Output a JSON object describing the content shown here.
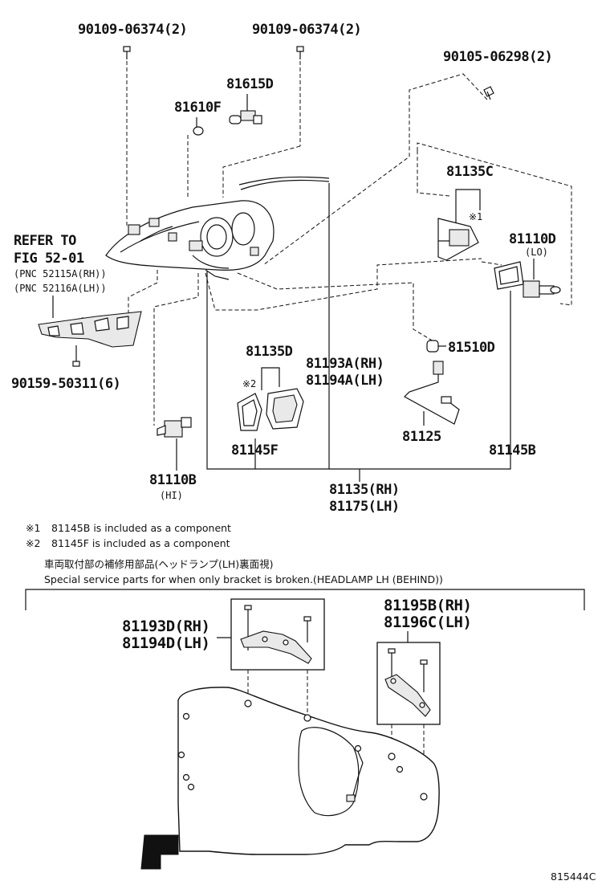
{
  "labels": {
    "p90109_a": "90109-06374(2)",
    "p90109_b": "90109-06374(2)",
    "p90105": "90105-06298(2)",
    "p81615D": "81615D",
    "p81610F": "81610F",
    "refer_1": "REFER TO",
    "refer_2": "FIG 52-01",
    "refer_3": "(PNC 52115A(RH))",
    "refer_4": "(PNC 52116A(LH))",
    "p90159": "90159-50311(6)",
    "p81135C": "81135C",
    "mark1": "※1",
    "p81110D": "81110D",
    "lo": "(LO)",
    "p81135D": "81135D",
    "mark2": "※2",
    "p81193A": "81193A(RH)",
    "p81194A": "81194A(LH)",
    "p81510D": "81510D",
    "p81125": "81125",
    "p81145F": "81145F",
    "p81145B": "81145B",
    "p81110B": "81110B",
    "hi": "(HI)",
    "p81135RH": "81135(RH)",
    "p81175LH": "81175(LH)",
    "p81193D": "81193D(RH)",
    "p81194D": "81194D(LH)",
    "p81195B": "81195B(RH)",
    "p81196C": "81196C(LH)"
  },
  "notes": {
    "note1_mark": "※1",
    "note1_text": "81145B is included as a component",
    "note2_mark": "※2",
    "note2_text": "81145F is included as a component",
    "jp_text": "車両取付部の補修用部品(ヘッドランプ(LH)裏面視)",
    "en_text": "Special service parts for when only bracket is broken.(HEADLAMP LH (BEHIND))"
  },
  "figure_id": "815444C",
  "icons": [
    "bolt-icon",
    "bulb-icon",
    "headlamp-assembly",
    "bracket-icon",
    "socket-icon",
    "gasket-icon",
    "wire-harness-icon"
  ]
}
